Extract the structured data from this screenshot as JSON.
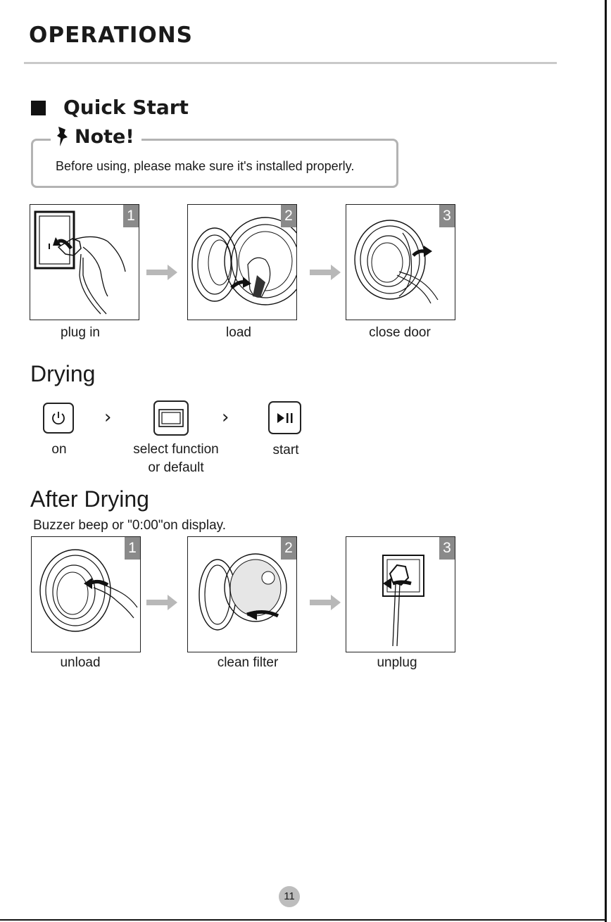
{
  "page_title": "OPERATIONS",
  "quick_start": {
    "heading": "Quick Start",
    "note_label": "Note!",
    "note_text": "Before using, please make sure it's installed properly.",
    "steps": [
      {
        "number": "1",
        "caption": "plug in"
      },
      {
        "number": "2",
        "caption": "load"
      },
      {
        "number": "3",
        "caption": "close door"
      }
    ]
  },
  "drying": {
    "heading": "Drying",
    "controls": [
      {
        "icon": "power-icon",
        "caption": "on"
      },
      {
        "icon": "display-icon",
        "caption_line1": "select function",
        "caption_line2": "or default"
      },
      {
        "icon": "play-pause-icon",
        "caption": "start"
      }
    ],
    "separator_glyph": "›"
  },
  "after_drying": {
    "heading": "After Drying",
    "subtext": "Buzzer beep or \"0:00\"on display.",
    "steps": [
      {
        "number": "1",
        "caption": "unload"
      },
      {
        "number": "2",
        "caption": "clean filter"
      },
      {
        "number": "3",
        "caption": "unplug"
      }
    ]
  },
  "page_number": "11",
  "colors": {
    "badge": "#8a8a8a",
    "arrow": "#b8b8b8",
    "note_border": "#b3b3b3",
    "rule": "#c9c9c9"
  }
}
